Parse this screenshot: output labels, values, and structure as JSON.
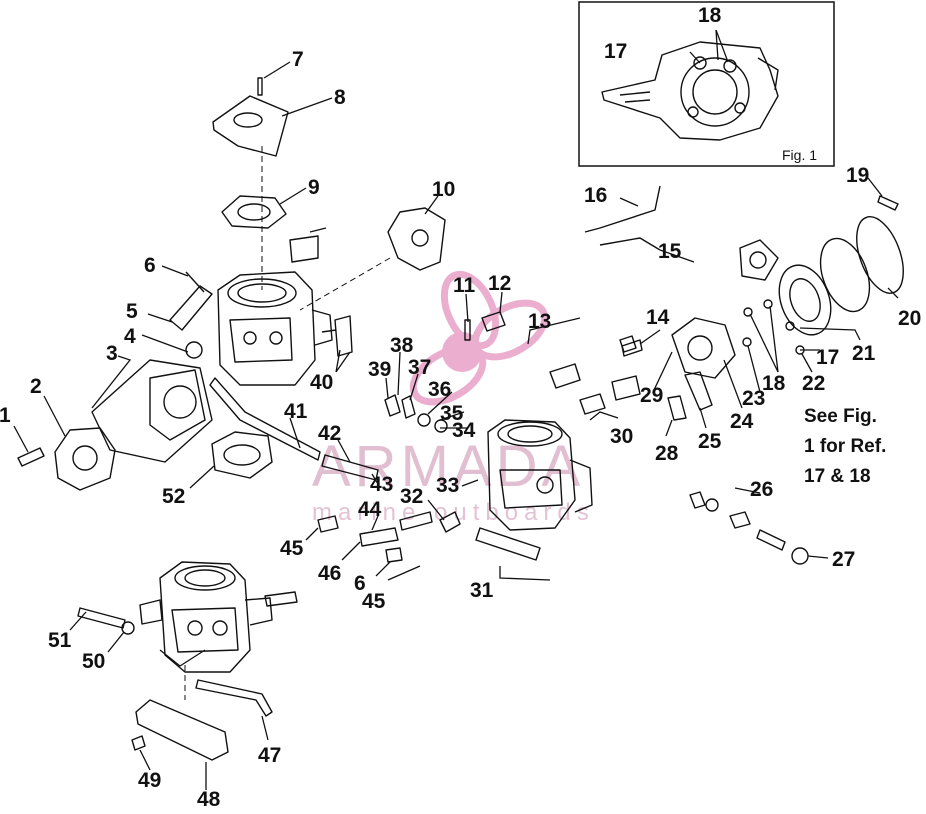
{
  "callouts": [
    {
      "id": "1",
      "text": "1"
    },
    {
      "id": "2",
      "text": "2"
    },
    {
      "id": "3",
      "text": "3"
    },
    {
      "id": "4",
      "text": "4"
    },
    {
      "id": "5",
      "text": "5"
    },
    {
      "id": "6a",
      "text": "6"
    },
    {
      "id": "7",
      "text": "7"
    },
    {
      "id": "8",
      "text": "8"
    },
    {
      "id": "9",
      "text": "9"
    },
    {
      "id": "10",
      "text": "10"
    },
    {
      "id": "11",
      "text": "11"
    },
    {
      "id": "12",
      "text": "12"
    },
    {
      "id": "13",
      "text": "13"
    },
    {
      "id": "14",
      "text": "14"
    },
    {
      "id": "15",
      "text": "15"
    },
    {
      "id": "16",
      "text": "16"
    },
    {
      "id": "17a",
      "text": "17"
    },
    {
      "id": "18a",
      "text": "18"
    },
    {
      "id": "17b",
      "text": "17"
    },
    {
      "id": "18b",
      "text": "18"
    },
    {
      "id": "19",
      "text": "19"
    },
    {
      "id": "20",
      "text": "20"
    },
    {
      "id": "21",
      "text": "21"
    },
    {
      "id": "22",
      "text": "22"
    },
    {
      "id": "23",
      "text": "23"
    },
    {
      "id": "24",
      "text": "24"
    },
    {
      "id": "25",
      "text": "25"
    },
    {
      "id": "26",
      "text": "26"
    },
    {
      "id": "27",
      "text": "27"
    },
    {
      "id": "28",
      "text": "28"
    },
    {
      "id": "29",
      "text": "29"
    },
    {
      "id": "30",
      "text": "30"
    },
    {
      "id": "31",
      "text": "31"
    },
    {
      "id": "32",
      "text": "32"
    },
    {
      "id": "33",
      "text": "33"
    },
    {
      "id": "34",
      "text": "34"
    },
    {
      "id": "35",
      "text": "35"
    },
    {
      "id": "36",
      "text": "36"
    },
    {
      "id": "37",
      "text": "37"
    },
    {
      "id": "38",
      "text": "38"
    },
    {
      "id": "39",
      "text": "39"
    },
    {
      "id": "40",
      "text": "40"
    },
    {
      "id": "41",
      "text": "41"
    },
    {
      "id": "42",
      "text": "42"
    },
    {
      "id": "43",
      "text": "43"
    },
    {
      "id": "44",
      "text": "44"
    },
    {
      "id": "45a",
      "text": "45"
    },
    {
      "id": "46",
      "text": "46"
    },
    {
      "id": "6b",
      "text": "6"
    },
    {
      "id": "45b",
      "text": "45"
    },
    {
      "id": "47",
      "text": "47"
    },
    {
      "id": "48",
      "text": "48"
    },
    {
      "id": "49",
      "text": "49"
    },
    {
      "id": "50",
      "text": "50"
    },
    {
      "id": "51",
      "text": "51"
    },
    {
      "id": "52",
      "text": "52"
    }
  ],
  "inset": {
    "label": "Fig. 1"
  },
  "note": {
    "line1": "See Fig.",
    "line2": "1 for Ref.",
    "line3": "17 & 18"
  },
  "watermark": {
    "brand": "ARMADA",
    "tagline": "marine outboards",
    "color": "#dcb3c8",
    "logo_color": "#e8a0c6"
  }
}
